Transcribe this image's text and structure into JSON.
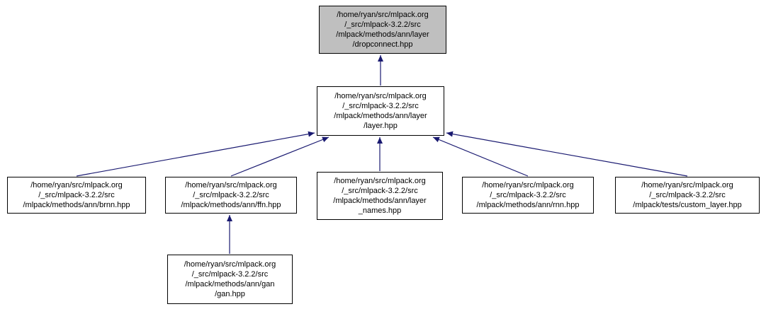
{
  "diagram": {
    "kind": "include-dependency-graph",
    "colors": {
      "arrow": "#191970",
      "node_border": "#000000",
      "node_fill": "#ffffff",
      "highlight_node_fill": "#bfbfbf",
      "text": "#000000",
      "background": "#ffffff"
    }
  },
  "nodes": {
    "dropconnect": {
      "text": "/home/ryan/src/mlpack.org\n/_src/mlpack-3.2.2/src\n/mlpack/methods/ann/layer\n/dropconnect.hpp",
      "highlighted": true
    },
    "layer": {
      "text": "/home/ryan/src/mlpack.org\n/_src/mlpack-3.2.2/src\n/mlpack/methods/ann/layer\n/layer.hpp",
      "highlighted": false
    },
    "brnn": {
      "text": "/home/ryan/src/mlpack.org\n/_src/mlpack-3.2.2/src\n/mlpack/methods/ann/brnn.hpp",
      "highlighted": false
    },
    "ffn": {
      "text": "/home/ryan/src/mlpack.org\n/_src/mlpack-3.2.2/src\n/mlpack/methods/ann/ffn.hpp",
      "highlighted": false
    },
    "layer_names": {
      "text": "/home/ryan/src/mlpack.org\n/_src/mlpack-3.2.2/src\n/mlpack/methods/ann/layer\n_names.hpp",
      "highlighted": false
    },
    "rnn": {
      "text": "/home/ryan/src/mlpack.org\n/_src/mlpack-3.2.2/src\n/mlpack/methods/ann/rnn.hpp",
      "highlighted": false
    },
    "custom_layer": {
      "text": "/home/ryan/src/mlpack.org\n/_src/mlpack-3.2.2/src\n/mlpack/tests/custom_layer.hpp",
      "highlighted": false
    },
    "gan": {
      "text": "/home/ryan/src/mlpack.org\n/_src/mlpack-3.2.2/src\n/mlpack/methods/ann/gan\n/gan.hpp",
      "highlighted": false
    }
  },
  "edges": [
    {
      "from": "layer",
      "to": "dropconnect"
    },
    {
      "from": "brnn",
      "to": "layer"
    },
    {
      "from": "ffn",
      "to": "layer"
    },
    {
      "from": "layer_names",
      "to": "layer"
    },
    {
      "from": "rnn",
      "to": "layer"
    },
    {
      "from": "custom_layer",
      "to": "layer"
    },
    {
      "from": "gan",
      "to": "ffn"
    }
  ]
}
